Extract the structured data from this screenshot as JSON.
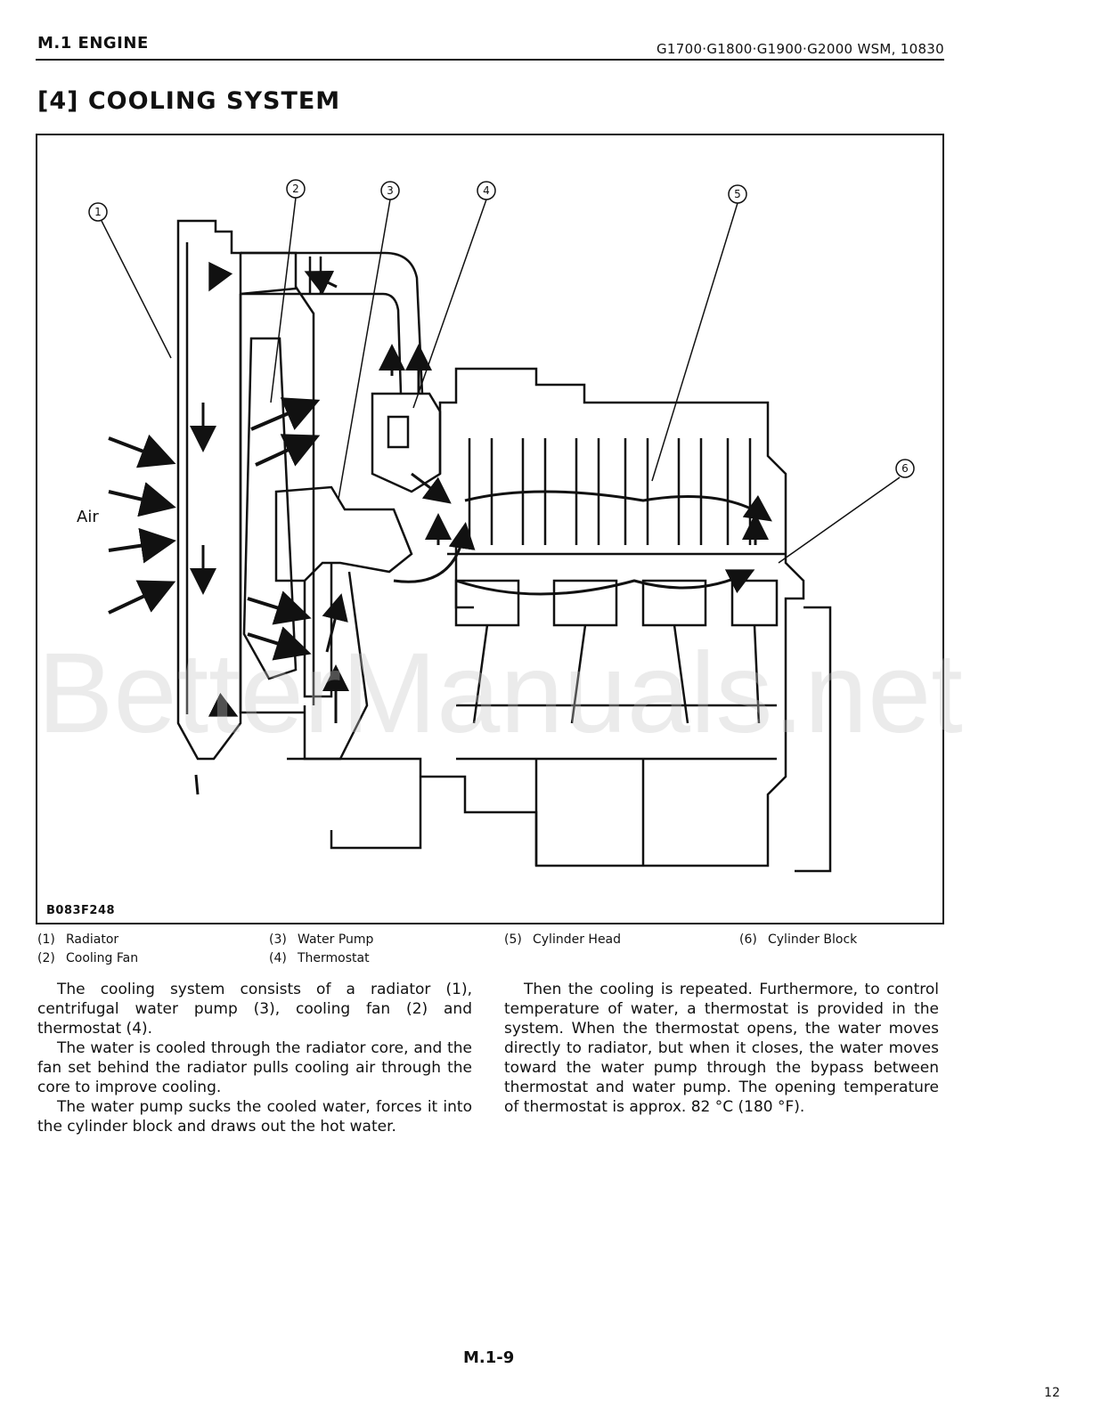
{
  "header": {
    "section": "M.1 ENGINE",
    "models": "G1700·G1800·G1900·G2000  WSM, 10830"
  },
  "title": "[4] COOLING SYSTEM",
  "figure": {
    "code": "B083F248",
    "air_label": "Air",
    "callouts": [
      "1",
      "2",
      "3",
      "4",
      "5",
      "6"
    ]
  },
  "watermark": "BetterManuals.net",
  "legend": [
    {
      "num": "(1)",
      "label": "Radiator"
    },
    {
      "num": "(2)",
      "label": "Cooling Fan"
    },
    {
      "num": "(3)",
      "label": "Water Pump"
    },
    {
      "num": "(4)",
      "label": "Thermostat"
    },
    {
      "num": "(5)",
      "label": "Cylinder Head"
    },
    {
      "num": "(6)",
      "label": "Cylinder Block"
    }
  ],
  "body_left": [
    "The cooling system consists of a radiator (1), centrifugal water pump (3), cooling fan (2) and thermostat (4).",
    "The water is cooled through the radiator core, and the fan set behind the radiator pulls cooling air through the core to improve cooling.",
    "The water pump sucks the cooled water, forces it into the cylinder block and draws out the hot water."
  ],
  "body_right": [
    "Then the cooling is repeated. Furthermore, to control temperature of water, a thermostat is provided in the system. When the thermostat opens, the water moves directly to radiator, but when it closes, the water moves toward the water pump through the bypass between thermostat and water pump. The opening temperature of thermostat is approx. 82 °C (180 °F)."
  ],
  "footer": {
    "page": "M.1-9",
    "index": "12"
  }
}
